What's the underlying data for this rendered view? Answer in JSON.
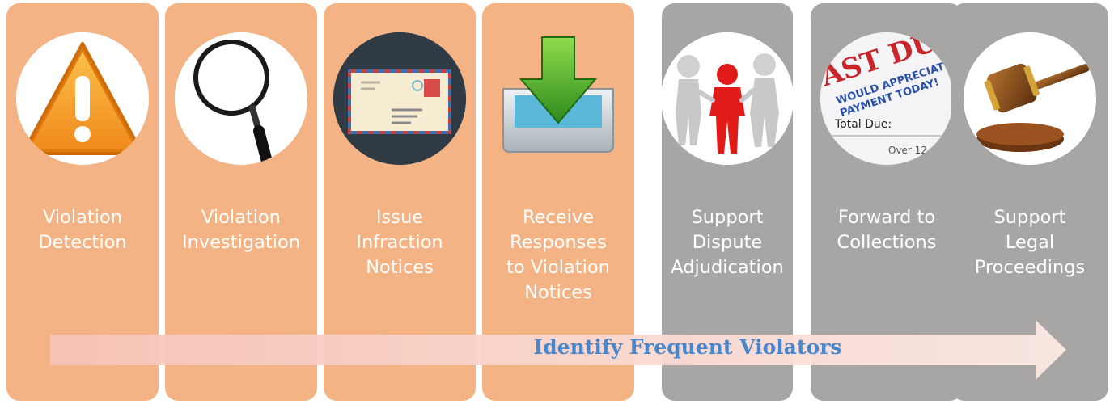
{
  "steps": [
    {
      "lines": [
        "",
        "Violation",
        "Detection"
      ],
      "icon": "warning-icon",
      "color": "#f3b384"
    },
    {
      "lines": [
        "",
        "Violation",
        "Investigation"
      ],
      "icon": "magnifier-icon",
      "color": "#f3b384"
    },
    {
      "lines": [
        "Issue",
        "Infraction",
        "Notices"
      ],
      "icon": "envelope-icon",
      "color": "#f3b384"
    },
    {
      "lines": [
        "Receive",
        "Responses",
        "to Violation",
        "Notices"
      ],
      "icon": "inbox-download-icon",
      "color": "#f3b384"
    },
    {
      "lines": [
        "Support",
        "Dispute",
        "Adjudication"
      ],
      "icon": "people-handshake-icon",
      "color": "#a8a6a5"
    },
    {
      "lines": [
        "",
        "Forward to",
        "Collections"
      ],
      "icon": "past-due-notice-icon",
      "color": "#a8a6a5"
    },
    {
      "lines": [
        "Support",
        "Legal",
        "Proceedings"
      ],
      "icon": "gavel-icon",
      "color": "#a8a6a5"
    }
  ],
  "banner": {
    "text": "Identify Frequent Violators",
    "text_color": "#4a86cc"
  }
}
